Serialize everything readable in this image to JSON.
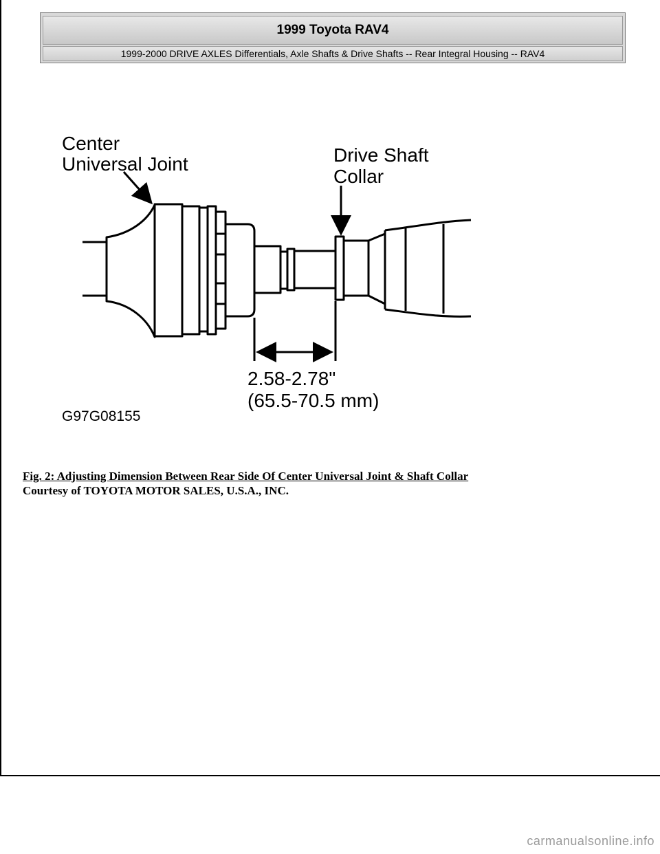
{
  "header": {
    "title": "1999 Toyota RAV4",
    "subtitle": "1999-2000 DRIVE AXLES Differentials, Axle Shafts & Drive Shafts -- Rear Integral Housing -- RAV4"
  },
  "figure": {
    "labels": {
      "center_line1": "Center",
      "center_line2": "Universal Joint",
      "collar_line1": "Drive Shaft",
      "collar_line2": "Collar",
      "dim_in": "2.58-2.78\"",
      "dim_mm": "(65.5-70.5 mm)",
      "code": "G97G08155"
    },
    "caption": "Fig. 2: Adjusting Dimension Between Rear Side Of Center Universal Joint & Shaft Collar",
    "courtesy": "Courtesy of TOYOTA MOTOR SALES, U.S.A., INC."
  },
  "watermark": "carmanualsonline.info"
}
